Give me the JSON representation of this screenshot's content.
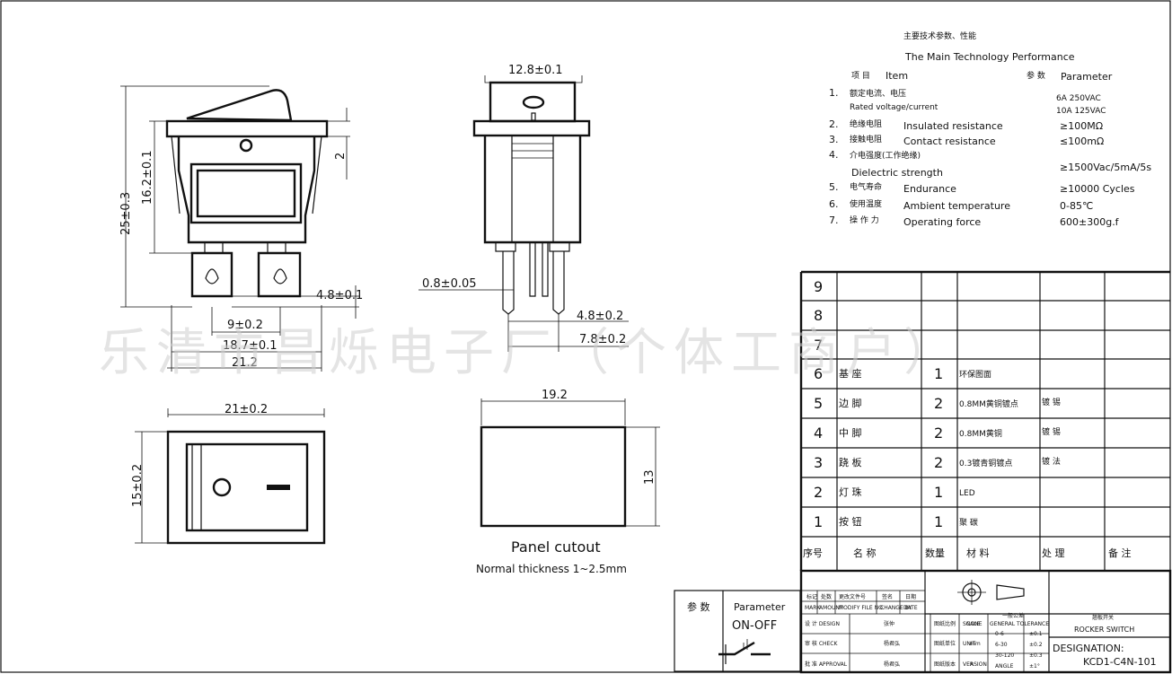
{
  "specs": {
    "title_cn": "主要技术参数、性能",
    "title_en": "The Main Technology Performance",
    "col_item_cn": "项 目",
    "col_item_en": "Item",
    "col_param_cn": "参 数",
    "col_param_en": "Parameter",
    "rows": [
      {
        "n": "1.",
        "cn": "额定电流、电压",
        "en": "Rated voltage/current",
        "v1": "6A   250VAC",
        "v2": "10A  125VAC"
      },
      {
        "n": "2.",
        "cn": "绝缘电阻",
        "en": "Insulated resistance",
        "v1": "≥100MΩ",
        "v2": ""
      },
      {
        "n": "3.",
        "cn": "接触电阻",
        "en": "Contact resistance",
        "v1": "≤100mΩ",
        "v2": ""
      },
      {
        "n": "4.",
        "cn": "介电强度(工作绝缘)",
        "en": "Dielectric strength",
        "v1": "≥1500Vac/5mA/5s",
        "v2": ""
      },
      {
        "n": "5.",
        "cn": "电气寿命",
        "en": "Endurance",
        "v1": "≥10000 Cycles",
        "v2": ""
      },
      {
        "n": "6.",
        "cn": "使用温度",
        "en": "Ambient temperature",
        "v1": "0-85℃",
        "v2": ""
      },
      {
        "n": "7.",
        "cn": "操 作 力",
        "en": "Operating force",
        "v1": "600±300g.f",
        "v2": ""
      }
    ]
  },
  "dimensions": {
    "side_height_total": "25±0.3",
    "side_height_body": "16.2±0.1",
    "side_top_offset": "2",
    "side_terminal": "4.8±0.1",
    "side_pitch": "9±0.2",
    "side_width_inner": "18.7±0.1",
    "side_width_outer": "21.2",
    "front_width": "12.8±0.1",
    "front_pin": "0.8±0.05",
    "front_pin_spacing": "4.8±0.2",
    "front_pin_total": "7.8±0.2",
    "top_width": "21±0.2",
    "top_height": "15±0.2",
    "cutout_width": "19.2",
    "cutout_height": "13",
    "cutout_title": "Panel cutout",
    "cutout_note": "Normal thickness 1~2.5mm"
  },
  "parts_table": {
    "empty_rows": [
      "9",
      "8",
      "7"
    ],
    "rows": [
      {
        "no": "6",
        "name": "基  座",
        "qty": "1",
        "mat": "环保图面",
        "finish": ""
      },
      {
        "no": "5",
        "name": "边  脚",
        "qty": "2",
        "mat": "0.8MM黄铜镀点",
        "finish": "镀  锡"
      },
      {
        "no": "4",
        "name": "中  脚",
        "qty": "2",
        "mat": "0.8MM黄铜",
        "finish": "镀  锡"
      },
      {
        "no": "3",
        "name": "跷  板",
        "qty": "2",
        "mat": "0.3镀青铜镀点",
        "finish": "镀  法"
      },
      {
        "no": "2",
        "name": "灯  珠",
        "qty": "1",
        "mat": "LED",
        "finish": ""
      },
      {
        "no": "1",
        "name": "按  钮",
        "qty": "1",
        "mat": "聚  碳",
        "finish": ""
      }
    ],
    "header": {
      "no": "序号",
      "name": "名    称",
      "qty": "数量",
      "mat": "材      料",
      "finish": "处    理",
      "note": "备    注"
    }
  },
  "title_block": {
    "product_cn": "翘板开关",
    "product_en": "ROCKER SWITCH",
    "designation_label": "DESIGNATION:",
    "designation_value": "KCD1-C4N-101",
    "small": [
      "标记",
      "处数",
      "更改文件号",
      "签名",
      "日期",
      "MARK",
      "AMOUNT",
      "MODIFY FILE NO.",
      "CHANGE BY",
      "DATE",
      "设 计 DESIGN",
      "审 核 CHECK",
      "批 准 APPROVAL",
      "图纸比例",
      "图纸单位",
      "图纸版本",
      "SCALE",
      "UNIT",
      "VERSION",
      "一般公差",
      "GENERAL TOLERANCE",
      "0-6",
      "6-30",
      "30-120",
      "ANGLE",
      "±0.1",
      "±0.2",
      "±0.3",
      "±1°",
      "张仲",
      "杨君弘",
      "杨君弘",
      "NONE",
      "mm",
      "A"
    ]
  },
  "param_box": {
    "label_cn": "参 数",
    "label_en": "Parameter",
    "value": "ON-OFF"
  },
  "watermark": "乐清市昌烁电子厂（个体工商户）"
}
